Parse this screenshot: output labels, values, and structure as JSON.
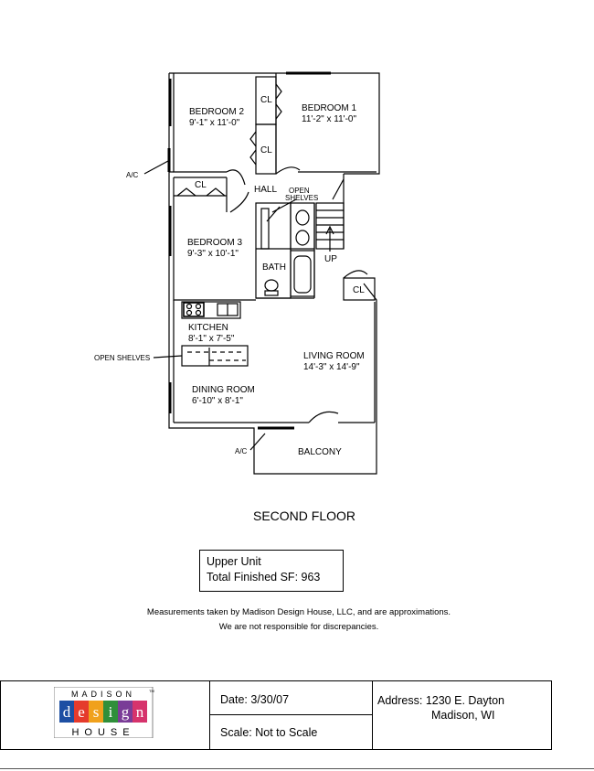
{
  "plan": {
    "rooms": {
      "bedroom1": {
        "name": "BEDROOM 1",
        "dims": "11'-2\" x 11'-0\""
      },
      "bedroom2": {
        "name": "BEDROOM 2",
        "dims": "9'-1\" x 11'-0\""
      },
      "bedroom3": {
        "name": "BEDROOM 3",
        "dims": "9'-3\" x 10'-1\""
      },
      "kitchen": {
        "name": "KITCHEN",
        "dims": "8'-1\" x 7'-5\""
      },
      "living": {
        "name": "LIVING ROOM",
        "dims": "14'-3\" x 14'-9\""
      },
      "dining": {
        "name": "DINING ROOM",
        "dims": "6'-10\" x 8'-1\""
      },
      "balcony": {
        "name": "BALCONY"
      },
      "hall": {
        "name": "HALL"
      },
      "bath": {
        "name": "BATH"
      }
    },
    "closet_label": "CL",
    "open_shelves_stacked": [
      "OPEN",
      "SHELVES"
    ],
    "open_shelves_callout": "OPEN SHELVES",
    "stairs_label": "UP",
    "ac_label": "A/C"
  },
  "floor_title": "SECOND FLOOR",
  "unit_box": {
    "line1": "Upper Unit",
    "line2_label": "Total  Finished SF:",
    "line2_value": "963"
  },
  "disclaimer": {
    "line1": "Measurements taken by Madison Design House, LLC, and are approximations.",
    "line2": "We are not responsible for discrepancies."
  },
  "title_block": {
    "logo": {
      "top": "MADISON",
      "middle": [
        "d",
        "e",
        "s",
        "i",
        "g",
        "n"
      ],
      "bottom": "HOUSE",
      "tm": "TM",
      "colors": [
        "#1d4fa3",
        "#e53b2c",
        "#f0a11c",
        "#2f8f3a",
        "#7a3c97",
        "#d6336c"
      ]
    },
    "date_label": "Date:",
    "date_value": "3/30/07",
    "scale_label": "Scale:",
    "scale_value": "Not to Scale",
    "address_label": "Address:",
    "address_line1": "1230 E. Dayton",
    "address_line2": "Madison, WI"
  }
}
